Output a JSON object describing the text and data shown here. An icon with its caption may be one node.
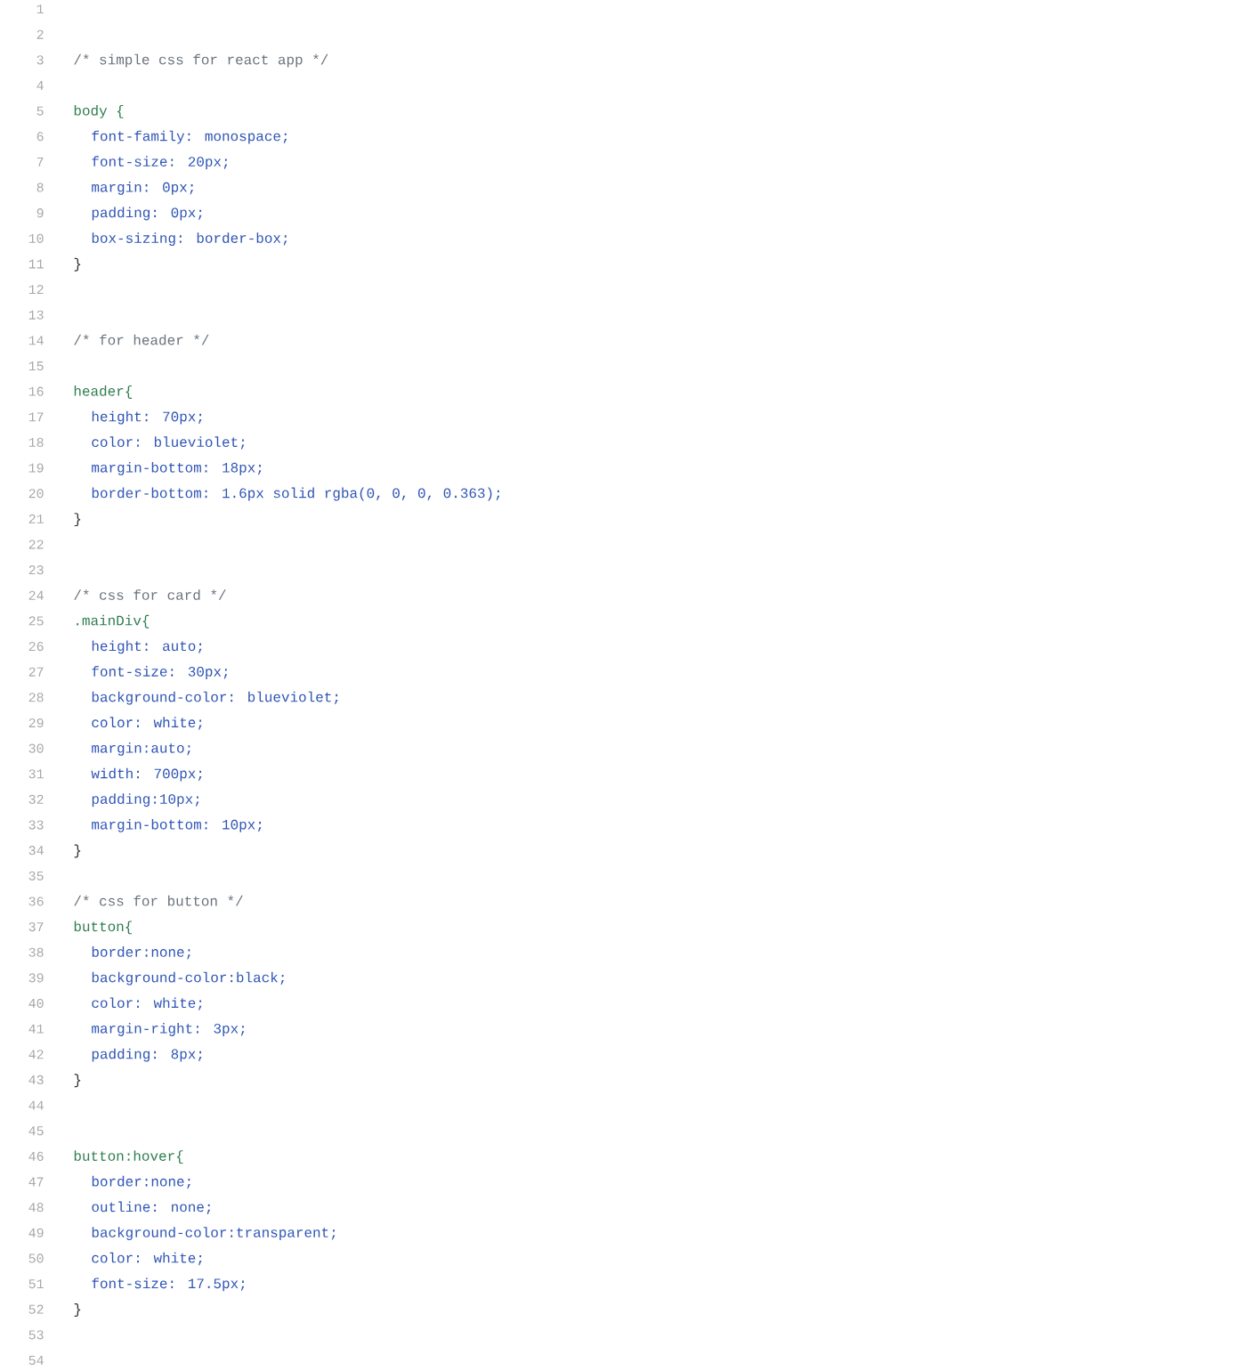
{
  "diagram": {
    "labels": [
      "1",
      "2",
      "3",
      "/* simple css for react app */",
      "4",
      "5",
      "body {",
      "6",
      "font-family: monospace;",
      "7",
      "font-size: 20px;",
      "8",
      "margin: 0px;",
      "9",
      "padding: 0px;",
      "10",
      "box-sizing: border-box;",
      "11",
      "}",
      "12",
      "13",
      "14",
      "/* for header */",
      "15",
      "16",
      "header{",
      "17",
      "height: 70px;",
      "18",
      "color: blueviolet;",
      "19",
      "margin-bottom: 18px;",
      "20",
      "border-bottom: 1.6px solid rgba(0, 0, 0, 0.363);",
      "21",
      "}",
      "22",
      "23",
      "24",
      "/* css for card */",
      "25",
      ".mainDiv{",
      "26",
      "height: auto;",
      "27",
      "font-size: 30px;",
      "28",
      "background-color: blueviolet;",
      "29",
      "color: white;",
      "30",
      "margin:auto;",
      "31",
      "width: 700px;",
      "32",
      "padding:10px;",
      "33",
      "margin-bottom: 10px;",
      "34",
      "}",
      "35",
      "36",
      "/* css for button */",
      "37",
      "button{",
      "38",
      "border:none;",
      "39",
      "background-color:black;",
      "40",
      "color: white;",
      "41",
      "margin-right: 3px;",
      "42",
      "padding: 8px;",
      "43",
      "}",
      "44",
      "45",
      "46",
      "button:hover{",
      "47",
      "border:none;",
      "48",
      "outline: none;",
      "49",
      "background-color:transparent;",
      "50",
      "color: white;",
      "51",
      "font-size: 17.5px;",
      "52",
      "}",
      "53",
      "54"
    ]
  }
}
